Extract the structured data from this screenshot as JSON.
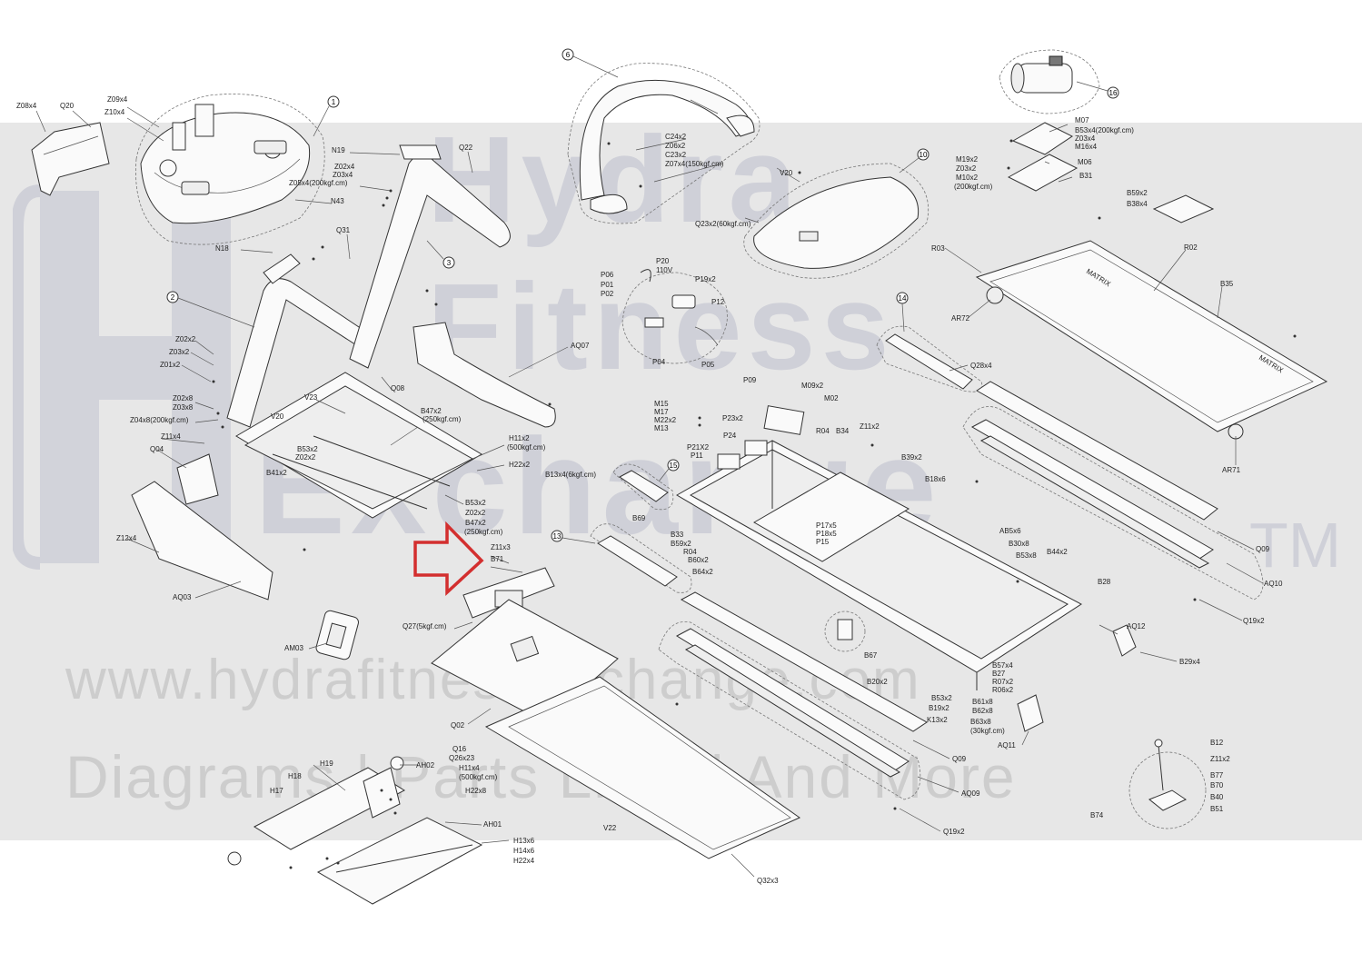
{
  "watermark": {
    "line1": "Hydra",
    "line2": "Fitness",
    "line3": "Exchange",
    "trademark": "TM",
    "url": "www.hydrafitnessexchange.com",
    "tagline": "Diagrams | Parts Lists | And More"
  },
  "colors": {
    "arrow": "#d32f2f",
    "band": "#e7e7e7",
    "ink": "#222222"
  },
  "callouts": [
    "1",
    "2",
    "3",
    "6",
    "10",
    "13",
    "14",
    "15",
    "16"
  ],
  "labels": {
    "z08x4": "Z08x4",
    "q20": "Q20",
    "z09x4": "Z09x4",
    "z10x4": "Z10x4",
    "n19": "N19",
    "q22": "Q22",
    "z02x4_a": "Z02x4",
    "z03x4_a": "Z03x4",
    "z05x4": "Z05x4(200kgf.cm)",
    "n43": "N43",
    "n18": "N18",
    "q31": "Q31",
    "z02x2_a": "Z02x2",
    "z03x2_a": "Z03x2",
    "z01x2": "Z01x2",
    "z02x8": "Z02x8",
    "z03x8": "Z03x8",
    "z04x8": "Z04x8(200kgf.cm)",
    "z11x4": "Z11x4",
    "q04": "Q04",
    "v20_a": "V20",
    "v23": "V23",
    "q08": "Q08",
    "aq07": "AQ07",
    "b47x2_a": "B47x2",
    "b47x2_a2": "(250kgf.cm)",
    "b53x2_a": "B53x2",
    "z02x2_b": "Z02x2",
    "b41x2": "B41x2",
    "h11x2": "H11x2",
    "h11x2b": "(500kgf.cm)",
    "h22x2": "H22x2",
    "b53x2_b": "B53x2",
    "z02x2_c": "Z02x2",
    "b47x2_b": "B47x2",
    "b47x2_b2": "(250kgf.cm)",
    "z12x4": "Z12x4",
    "aq03": "AQ03",
    "z11x3": "Z11x3",
    "b71": "B71",
    "q27": "Q27(5kgf.cm)",
    "am03": "AM03",
    "q02": "Q02",
    "q16": "Q16",
    "q26x23": "Q26x23",
    "h11x4": "H11x4",
    "h11x4b": "(500kgf.cm)",
    "h22x8": "H22x8",
    "h19": "H19",
    "ah02": "AH02",
    "h18": "H18",
    "h17": "H17",
    "ah01": "AH01",
    "h13x6": "H13x6",
    "h14x6": "H14x6",
    "h22x4": "H22x4",
    "v22": "V22",
    "q32x3": "Q32x3",
    "c24x2": "C24x2",
    "z06x2": "Z06x2",
    "c23x2": "C23x2",
    "z07x4": "Z07x4(150kgf.cm)",
    "v20_b": "V20",
    "q23x2": "Q23x2(60kgf.cm)",
    "p20": "P20",
    "p20b": "110V",
    "p06": "P06",
    "p01": "P01",
    "p02": "P02",
    "p19x2": "P19x2",
    "p12": "P12",
    "p04": "P04",
    "p05": "P05",
    "m07": "M07",
    "b53x4": "B53x4(200kgf.cm)",
    "z03x4_b": "Z03x4",
    "m16x4": "M16x4",
    "m19x2": "M19x2",
    "z03x2_b": "Z03x2",
    "m10x2": "M10x2",
    "m10x2b": "(200kgf.cm)",
    "m06": "M06",
    "b31": "B31",
    "b59x2_a": "B59x2",
    "b38x4": "B38x4",
    "r03": "R03",
    "r02": "R02",
    "b35": "B35",
    "ar72": "AR72",
    "ar71": "AR71",
    "q28x4": "Q28x4",
    "p09": "P09",
    "m09x2": "M09x2",
    "m02": "M02",
    "m15": "M15",
    "m17": "M17",
    "m22x2": "M22x2",
    "m13": "M13",
    "p23x2": "P23x2",
    "p24": "P24",
    "r04_a": "R04",
    "b34": "B34",
    "z11x2_a": "Z11x2",
    "p21x2": "P21X2",
    "p11": "P11",
    "b39x2": "B39x2",
    "b13x4": "B13x4(6kgf.cm)",
    "b18x6": "B18x6",
    "b69": "B69",
    "p17x5": "P17x5",
    "p18x5": "P18x5",
    "p15": "P15",
    "b33": "B33",
    "b59x2_b": "B59x2",
    "r04_b": "R04",
    "b60x2": "B60x2",
    "b64x2": "B64x2",
    "ab5x6": "AB5x6",
    "b30x8": "B30x8",
    "b53x8": "B53x8",
    "b44x2": "B44x2",
    "q09_a": "Q09",
    "aq10": "AQ10",
    "b28": "B28",
    "q19x2_a": "Q19x2",
    "aq12": "AQ12",
    "b29x4": "B29x4",
    "b67": "B67",
    "b57x4": "B57x4",
    "b27": "B27",
    "r07x2": "R07x2",
    "r06x2": "R06x2",
    "b20x2": "B20x2",
    "b53x2_c": "B53x2",
    "b19x2": "B19x2",
    "k13x2": "K13x2",
    "b61x8": "B61x8",
    "b62x8": "B62x8",
    "b63x8": "B63x8",
    "b63x8b": "(30kgf.cm)",
    "aq11": "AQ11",
    "q09_b": "Q09",
    "aq09": "AQ09",
    "q19x2_b": "Q19x2",
    "b12": "B12",
    "z11x2_b": "Z11x2",
    "b77": "B77",
    "b70": "B70",
    "b40": "B40",
    "b51": "B51",
    "b74": "B74",
    "matrix": "MATRIX"
  }
}
